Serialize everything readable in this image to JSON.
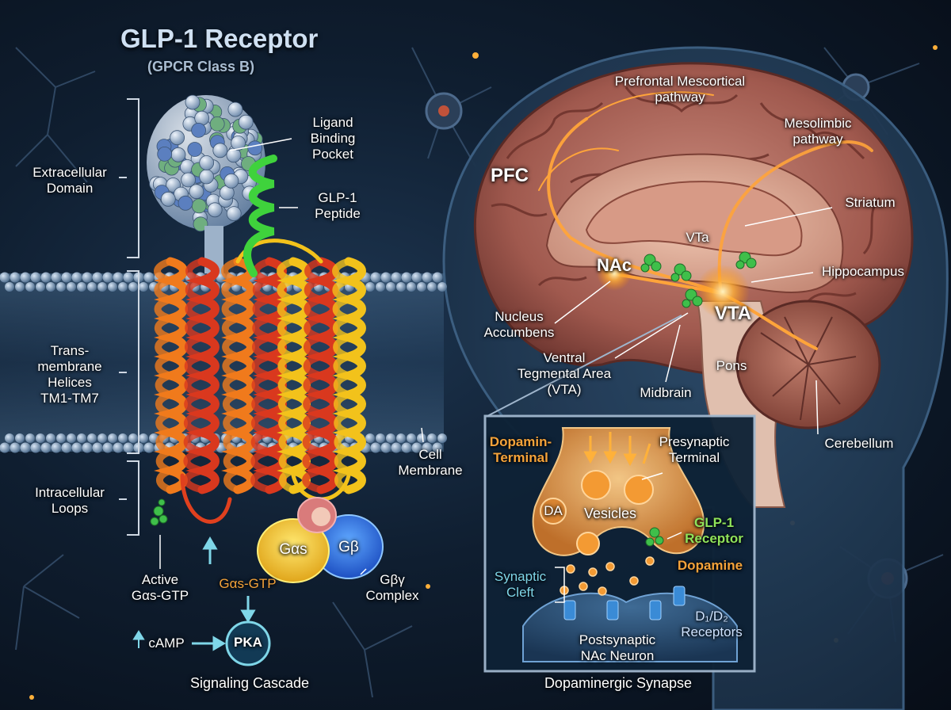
{
  "title": "GLP-1 Receptor",
  "subtitle": "(GPCR Class B)",
  "receptor_labels": {
    "extracellular": "Extracellular\nDomain",
    "transmembrane": "Trans-\nmembrane\nHelices\nTM1-TM7",
    "intracellular": "Intracellular\nLoops",
    "ligand_pocket": "Ligand\nBinding\nPocket",
    "peptide": "GLP-1\nPeptide",
    "cell_membrane": "Cell\nMembrane",
    "active_gas": "Active\nGαs-GTP",
    "gas_gtp": "Gαs-GTP",
    "gbg_complex": "Gβγ\nComplex",
    "gas_node": "Gαs",
    "gb_node": "Gβ",
    "camp": "cAMP",
    "pka": "PKA",
    "signaling_caption": "Signaling Cascade"
  },
  "brain_labels": {
    "prefrontal": "Prefrontal Mescortical\npathway",
    "mesolimbic": "Mesolimbic\npathway",
    "pfc": "PFC",
    "striatum": "Striatum",
    "vta_small": "VTa",
    "nac": "NAc",
    "hippocampus": "Hippocampus",
    "nucleus_accumbens": "Nucleus\nAccumbens",
    "vta": "VTA",
    "ventral_tegmental": "Ventral\nTegmental Area\n(VTA)",
    "pons": "Pons",
    "midbrain": "Midbrain",
    "cerebellum": "Cerebellum"
  },
  "synapse_labels": {
    "dopamin_terminal": "Dopamin-\nTerminal",
    "presynaptic": "Presynaptic\nTerminal",
    "da": "DA",
    "vesicles": "Vesicles",
    "glp1_receptor": "GLP-1\nReceptor",
    "dopamine": "Dopamine",
    "synaptic_cleft": "Synaptic\nCleft",
    "d1d2": "D₁/D₂\nReceptors",
    "postsynaptic": "Postsynaptic\nNAc Neuron",
    "caption": "Dopaminergic Synapse"
  },
  "colors": {
    "helix_warm": "#f07a1c",
    "helix_red": "#d9381e",
    "helix_yellow": "#f2c21b",
    "peptide": "#3fd23c",
    "brain": "#b56f63",
    "pathway": "#ffa43a",
    "synapse_bg": "#0e2236"
  }
}
